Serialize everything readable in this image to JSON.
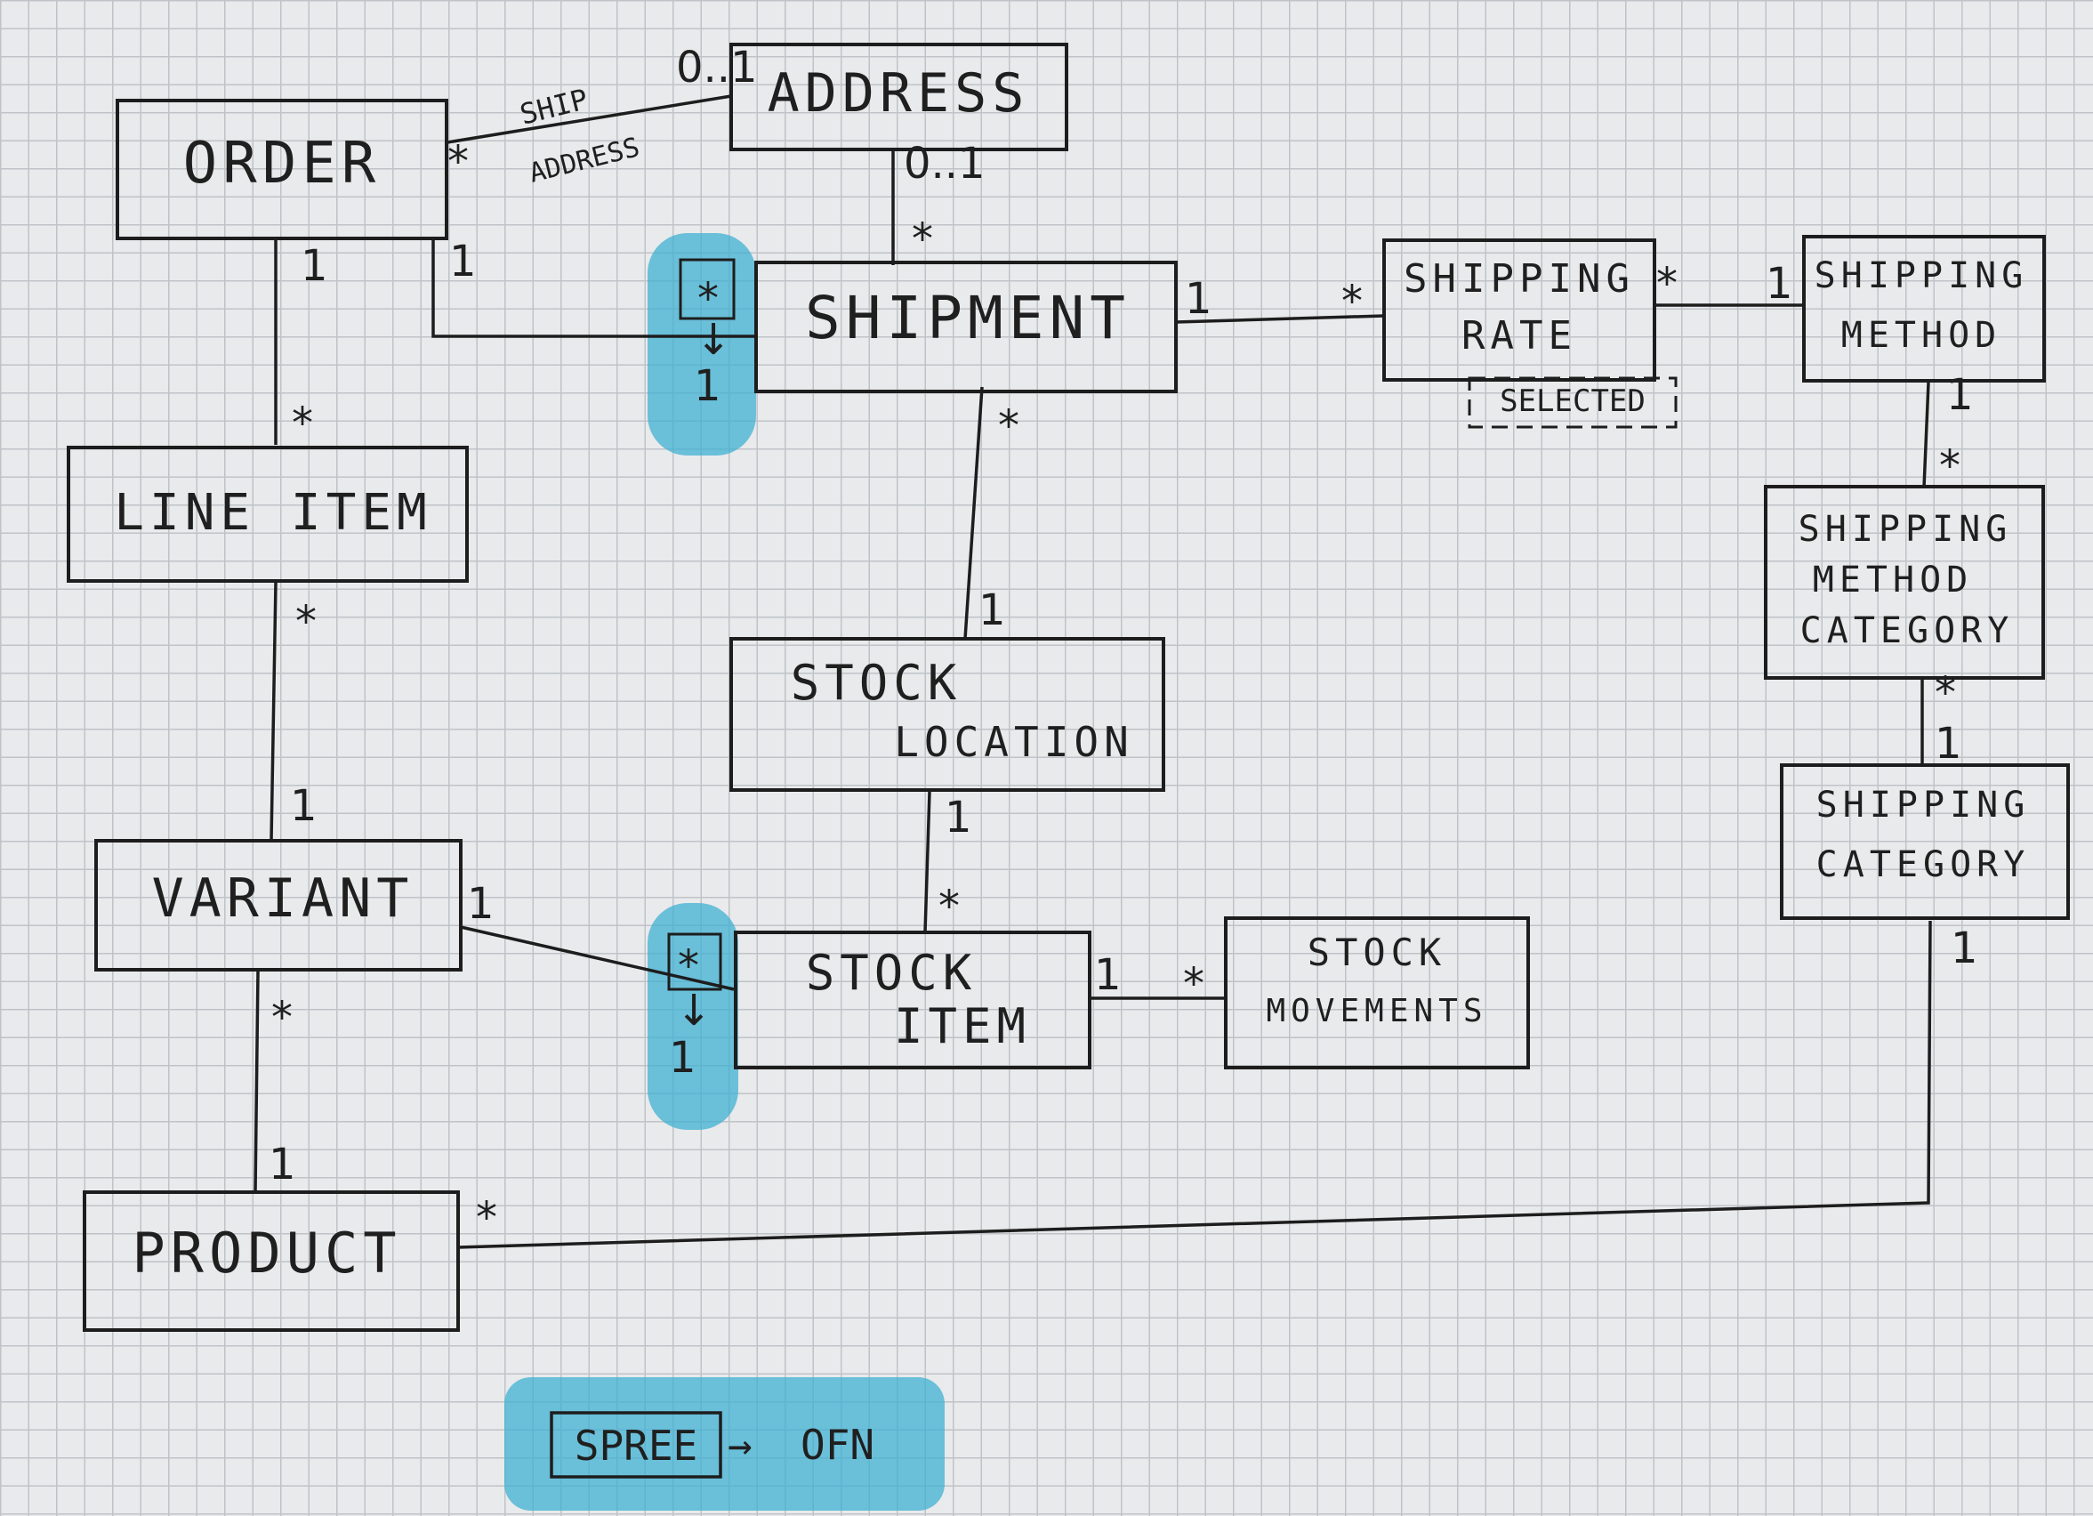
{
  "entities": {
    "order": "ORDER",
    "address": "ADDRESS",
    "shipment": "SHIPMENT",
    "shipping_rate": [
      "SHIPPING",
      "RATE"
    ],
    "shipping_method": [
      "SHIPPING",
      "METHOD"
    ],
    "line_item": "LINE ITEM",
    "stock_location": [
      "STOCK",
      "LOCATION"
    ],
    "shipping_method_category": [
      "SHIPPING",
      "METHOD",
      "CATEGORY"
    ],
    "variant": "VARIANT",
    "stock_item": [
      "STOCK",
      "ITEM"
    ],
    "stock_movements": [
      "STOCK",
      "MOVEMENTS"
    ],
    "shipping_category": [
      "SHIPPING",
      "CATEGORY"
    ],
    "product": "PRODUCT"
  },
  "relationships": [
    {
      "from": "order",
      "to": "address",
      "from_mult": "*",
      "to_mult": "0..1",
      "label": [
        "SHIP",
        "ADDRESS"
      ]
    },
    {
      "from": "address",
      "to": "shipment",
      "from_mult": "0..1",
      "to_mult": "*"
    },
    {
      "from": "order",
      "to": "shipment",
      "from_mult": "1",
      "to_mult": "*",
      "changed_to": "1"
    },
    {
      "from": "order",
      "to": "line_item",
      "from_mult": "1",
      "to_mult": "*"
    },
    {
      "from": "shipment",
      "to": "shipping_rate",
      "from_mult": "1",
      "to_mult": "*"
    },
    {
      "from": "shipping_rate",
      "to": "shipping_method",
      "from_mult": "*",
      "to_mult": "1"
    },
    {
      "from": "shipment",
      "to": "stock_location",
      "from_mult": "*",
      "to_mult": "1"
    },
    {
      "from": "line_item",
      "to": "variant",
      "from_mult": "*",
      "to_mult": "1"
    },
    {
      "from": "shipping_method",
      "to": "shipping_method_category",
      "from_mult": "1",
      "to_mult": "*"
    },
    {
      "from": "shipping_method_category",
      "to": "shipping_category",
      "from_mult": "*",
      "to_mult": "1"
    },
    {
      "from": "stock_location",
      "to": "stock_item",
      "from_mult": "1",
      "to_mult": "*"
    },
    {
      "from": "variant",
      "to": "stock_item",
      "from_mult": "1",
      "to_mult": "*",
      "changed_to": "1"
    },
    {
      "from": "stock_item",
      "to": "stock_movements",
      "from_mult": "1",
      "to_mult": "*"
    },
    {
      "from": "variant",
      "to": "product",
      "from_mult": "*",
      "to_mult": "1"
    },
    {
      "from": "shipping_category",
      "to": "product",
      "from_mult": "1",
      "to_mult": "*"
    }
  ],
  "notes": {
    "selected": "SELECTED",
    "change_arrow": "↓"
  },
  "legend": {
    "from": "SPREE",
    "arrow": "→",
    "to": "OFN"
  },
  "colors": {
    "ink": "#1f1f1f",
    "highlight": "#3fb0d3",
    "paper": "#e9eaeb",
    "grid": "#bfc3c8"
  }
}
